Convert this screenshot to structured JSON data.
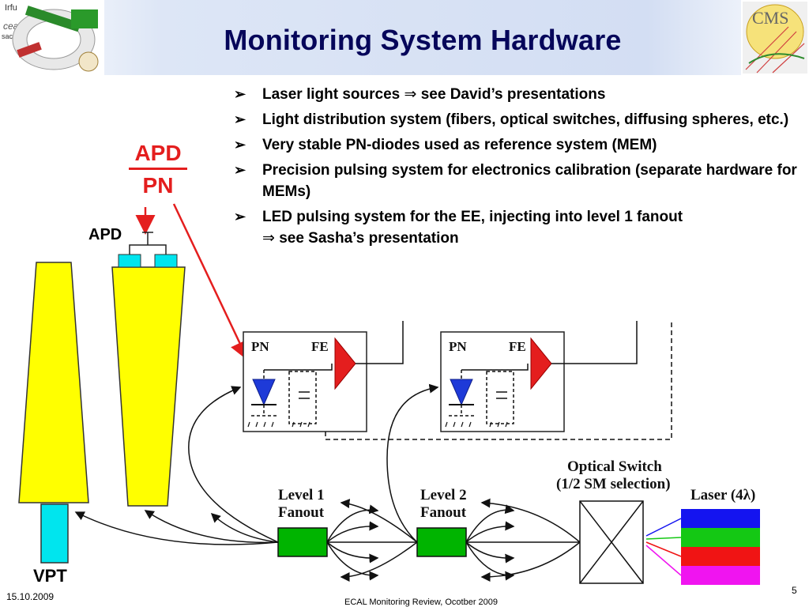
{
  "slide": {
    "title": "Monitoring System Hardware",
    "bullets": [
      {
        "text": "Laser light sources",
        "arrow_text": "see David’s presentations"
      },
      {
        "text": "Light distribution system (fibers, optical switches, diffusing spheres, etc.)"
      },
      {
        "text": "Very stable PN-diodes used as reference system (MEM)"
      },
      {
        "text": "Precision pulsing system for electronics calibration (separate hardware for MEMs)"
      },
      {
        "text": "LED pulsing system for the EE, injecting into level 1 fanout",
        "arrow_text": "see Sasha’s presentation"
      }
    ],
    "bullet_marker": "➢",
    "implies_symbol": "⇒"
  },
  "diagram": {
    "apd_label": "APD",
    "pn_label": "PN",
    "apd_small_label": "APD",
    "vpt_label": "VPT",
    "pn_box_label": "PN",
    "fe_box_label": "FE",
    "level1_fanout": [
      "Level 1",
      "Fanout"
    ],
    "level2_fanout": [
      "Level 2",
      "Fanout"
    ],
    "optical_switch": [
      "Optical Switch",
      "(1/2 SM selection)"
    ],
    "laser_label": "Laser (4λ)",
    "laser_colors": [
      "#1414f0",
      "#14c814",
      "#f01414",
      "#f014f0"
    ],
    "accent_red": "#e41e1e",
    "crystal_yellow": "#ffff00",
    "vpt_cyan": "#00e5ee",
    "fanout_green": "#00b400"
  },
  "footer": {
    "date": "15.10.2009",
    "center": "ECAL Monitoring Review, Ocotber 2009",
    "page": "5"
  },
  "logos": {
    "left": [
      "Irfu",
      "cea",
      "saclay"
    ],
    "right": "CMS"
  }
}
